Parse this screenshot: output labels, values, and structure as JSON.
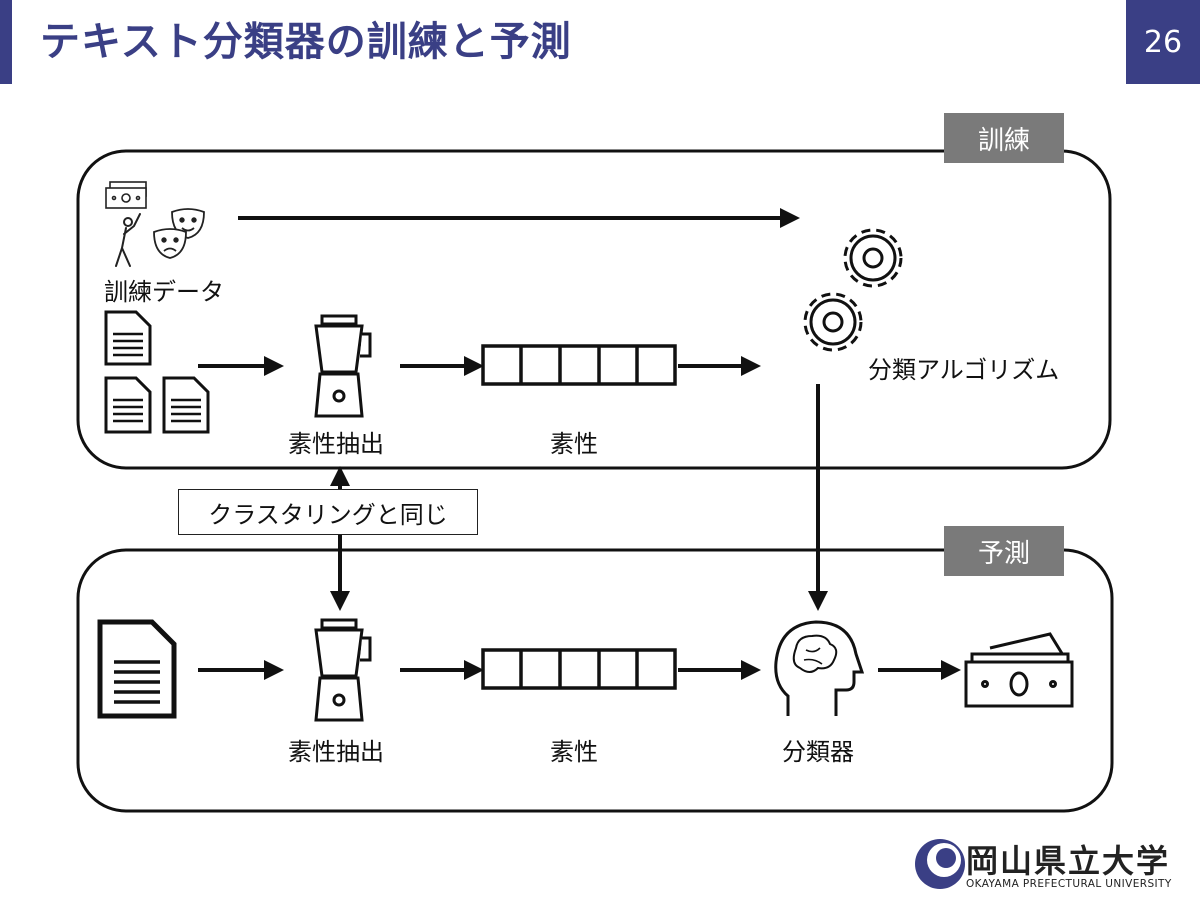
{
  "slide": {
    "title": "テキスト分類器の訓練と予測",
    "page_number": "26"
  },
  "training": {
    "tag": "訓練",
    "training_data_label": "訓練データ",
    "extract_label": "素性抽出",
    "features_label": "素性",
    "algorithm_label": "分類アルゴリズム"
  },
  "prediction": {
    "tag": "予測",
    "extract_label": "素性抽出",
    "features_label": "素性",
    "classifier_label": "分類器"
  },
  "note": "クラスタリングと同じ",
  "logo": {
    "name": "岡山県立大学",
    "subtitle": "OKAYAMA PREFECTURAL UNIVERSITY"
  },
  "colors": {
    "accent": "#3a3f85",
    "tag_background": "#7a7a7a"
  }
}
